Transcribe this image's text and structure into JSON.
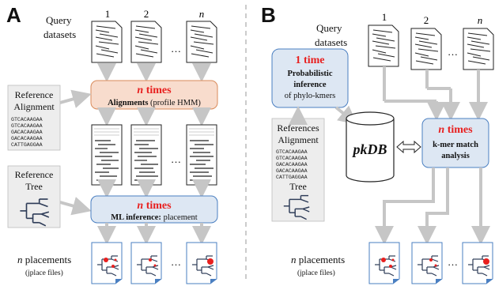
{
  "colors": {
    "red": "#e8201f",
    "blue_box": "#dde7f3",
    "blue_stroke": "#4a7fc1",
    "orange_box": "#f8dccd",
    "orange_stroke": "#d98a5a",
    "gray_box": "#ededed",
    "arrow": "#c6c6c6",
    "divider": "#bfbfbf"
  },
  "panelA": {
    "letter": "A",
    "query_label_line1": "Query",
    "query_label_line2": "datasets",
    "col1": "1",
    "col2": "2",
    "coln": "n",
    "ellipsis": "…",
    "ref_alignment_line1": "Reference",
    "ref_alignment_line2": "Alignment",
    "alignment_rows": [
      "GTCACAAGAA",
      "GTCACAAGAA",
      "GACACAAGAA",
      "GACACAAGAA",
      "CATTGAGGAA"
    ],
    "align_box_title_n": "n",
    "align_box_title_rest": " times",
    "align_box_bold": "Alignments",
    "align_box_rest": " (profile HMM)",
    "ref_tree_line1": "Reference",
    "ref_tree_line2": "Tree",
    "ml_box_title_n": "n",
    "ml_box_title_rest": " times",
    "ml_box_bold": "ML inference:",
    "ml_box_rest": " placement",
    "placements_n": "n",
    "placements_rest": " placements",
    "jplace": "(jplace files)"
  },
  "panelB": {
    "letter": "B",
    "query_label_line1": "Query",
    "query_label_line2": "datasets",
    "col1": "1",
    "col2": "2",
    "coln": "n",
    "ellipsis": "…",
    "once_title": "1 time",
    "once_line1": "Probabilistic",
    "once_line2": "inference",
    "once_line3": "of phylo-kmers",
    "refs_line1": "References",
    "refs_line2": "Alignment",
    "alignment_rows": [
      "GTCACAAGAA",
      "GTCACAAGAA",
      "GACACAAGAA",
      "GACACAAGAA",
      "CATTGAGGAA"
    ],
    "tree_label": "Tree",
    "db_label": "pkDB",
    "kmer_title_n": "n",
    "kmer_title_rest": " times",
    "kmer_line1": "k-mer match",
    "kmer_line2": "analysis",
    "placements_n": "n",
    "placements_rest": " placements",
    "jplace": "(jplace files)"
  }
}
